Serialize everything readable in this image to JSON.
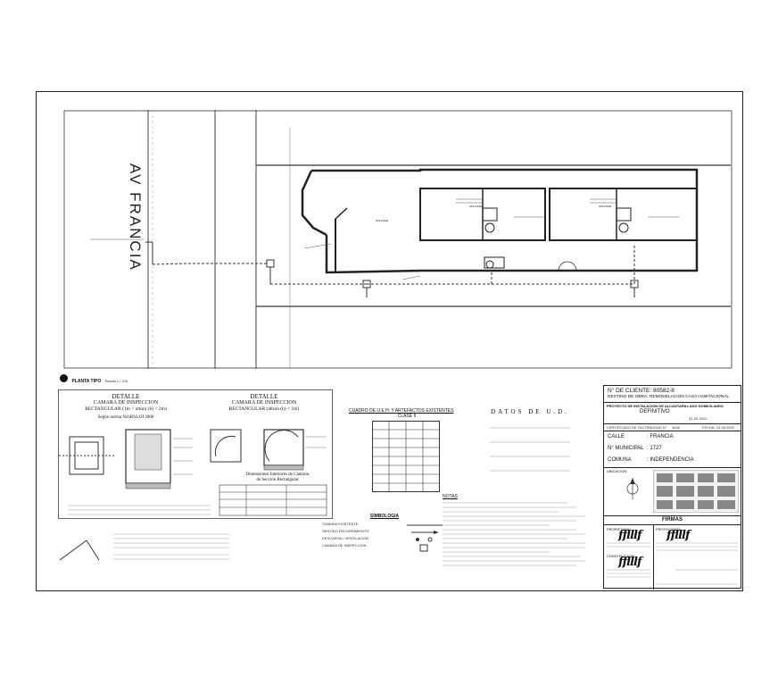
{
  "street_label": "AV FRANCIA",
  "plan": {
    "room_label": "ATE ASSE",
    "title": "PLANTA TIPO",
    "scale": "Escala 1 / 100"
  },
  "detail_left": {
    "title1": "DETALLE",
    "title2": "CAMARA DE INSPECCION",
    "title3": "RECTANGULAR (1m < altura (h) < 2m)",
    "norm": "Según norma NchRSS.Of 2000"
  },
  "detail_right": {
    "title1": "DETALLE",
    "title2": "CAMARA DE INSPECCION",
    "title3": "RECTANGULAR (altura (h) < 1m)",
    "dims_title": "Dimensiones Interiores de Cámaras",
    "dims_sub": "de Sección Rectangular"
  },
  "uehs": {
    "title": "CUADRO DE U.E.H. Y ARTEFACTOS EXISTENTES",
    "sub": "CLASE II"
  },
  "ud": {
    "title": "DATOS DE U.D."
  },
  "symbology": {
    "title": "SIMBOLOGIA",
    "items": [
      "TUBERIA EXISTENTE",
      "SENTIDO ESCURRIMIENTO",
      "DESCARGA / VENTILACION",
      "CAMARA DE INSPECCION"
    ]
  },
  "notes_title": "NOTAS",
  "title_block": {
    "client": "N° DE CLIENTE: 80582-8",
    "destino": "DESTINO DE OBRA: REMODELACION CASA HABITACIONAL",
    "proyecto": "PROYECTO DE INSTALACION DE ALCANTARILLADO DOMICILIARIO",
    "definitivo": "DEFINITIVO",
    "fecha1": "31-03-2020",
    "certificado": "CERTIFICADO DE FACTIBILIDAD N°",
    "cert_no": "4845",
    "fecha2": "FECHA: 24.06.2020",
    "calle_label": "CALLE",
    "calle_value": ": FRANCIA",
    "municipal_label": "N° MUNICIPAL",
    "municipal_value": ": 1727",
    "comuna_label": "COMUNA",
    "comuna_value": ": INDEPENDENCIA",
    "ubicacion": "UBICACION",
    "firmas": "FIRMAS",
    "propietario": "PROPIETARIO",
    "proyectista": "PROYECTISTA",
    "constructor": "CONSTRUCTOR"
  }
}
